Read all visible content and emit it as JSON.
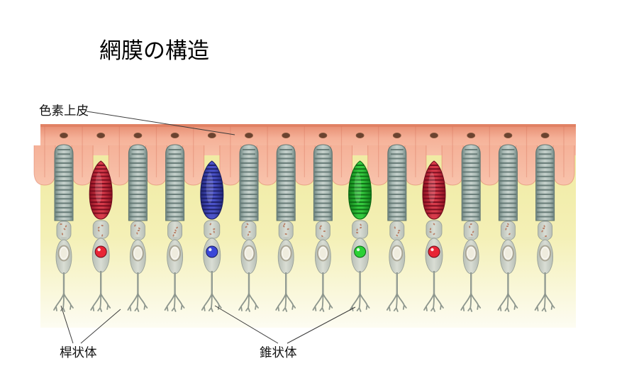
{
  "title": "網膜の構造",
  "labels": {
    "pigment_epithelium": "色素上皮",
    "rod": "桿状体",
    "cone": "錐状体"
  },
  "colors": {
    "epithelium_top": "#e07e62",
    "epithelium_main": "#f5b198",
    "epithelium_lobe": "#f8c3ac",
    "epithelium_edge": "#db785e",
    "epithelium_nucleus": "#6b4330",
    "background_yellow": "#efe99c",
    "background_mid": "#f4f0b6",
    "background_fade": "#fdfcf2",
    "rod_dark": "#6f8581",
    "rod_light": "#c6d1cc",
    "rod_stripe": "#5e736f",
    "segment_gray_dark": "#b8bfb6",
    "segment_gray_light": "#d9ddd4",
    "segment_outline": "#99a199",
    "speckle": "#b26a4e",
    "nucleus_white": "#f6f4ec",
    "axon_gray": "#8e978e",
    "line_color": "#3a3a3a",
    "cone_red": {
      "base": "#8c1020",
      "mid": "#d63a4a",
      "stripe": "#6e0a1a",
      "nucleus": "#e82535"
    },
    "cone_blue": {
      "base": "#232879",
      "mid": "#4a52c8",
      "stripe": "#191c5e",
      "nucleus": "#3a47d8"
    },
    "cone_green": {
      "base": "#0f7d18",
      "mid": "#35c93f",
      "stripe": "#0c6613",
      "nucleus": "#2bd135"
    }
  },
  "cells": [
    {
      "type": "rod"
    },
    {
      "type": "cone",
      "pigment": "red"
    },
    {
      "type": "rod"
    },
    {
      "type": "rod"
    },
    {
      "type": "cone",
      "pigment": "blue"
    },
    {
      "type": "rod"
    },
    {
      "type": "rod"
    },
    {
      "type": "rod"
    },
    {
      "type": "cone",
      "pigment": "green"
    },
    {
      "type": "rod"
    },
    {
      "type": "cone",
      "pigment": "red"
    },
    {
      "type": "rod"
    },
    {
      "type": "rod"
    },
    {
      "type": "rod"
    }
  ]
}
